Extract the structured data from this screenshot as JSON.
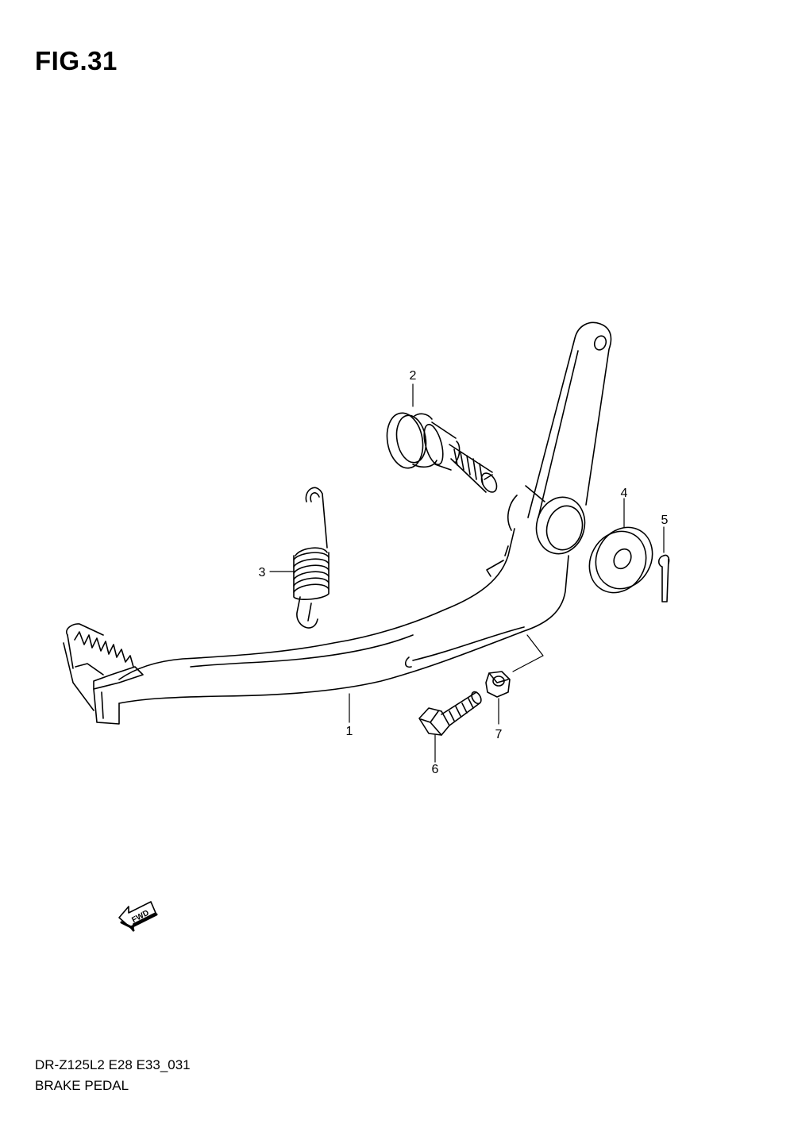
{
  "figure": {
    "title": "FIG.31"
  },
  "diagram_name": "BRAKE PEDAL",
  "drawing_code": "DR-Z125L2 E28 E33_031",
  "fwd_arrow": {
    "label": "FWD",
    "icon": "fwd-arrow-icon"
  },
  "callouts": [
    {
      "number": "1",
      "part": "brake-pedal"
    },
    {
      "number": "2",
      "part": "pedal-shaft"
    },
    {
      "number": "3",
      "part": "return-spring"
    },
    {
      "number": "4",
      "part": "washer"
    },
    {
      "number": "5",
      "part": "cotter-pin"
    },
    {
      "number": "6",
      "part": "bolt"
    },
    {
      "number": "7",
      "part": "nut"
    }
  ]
}
